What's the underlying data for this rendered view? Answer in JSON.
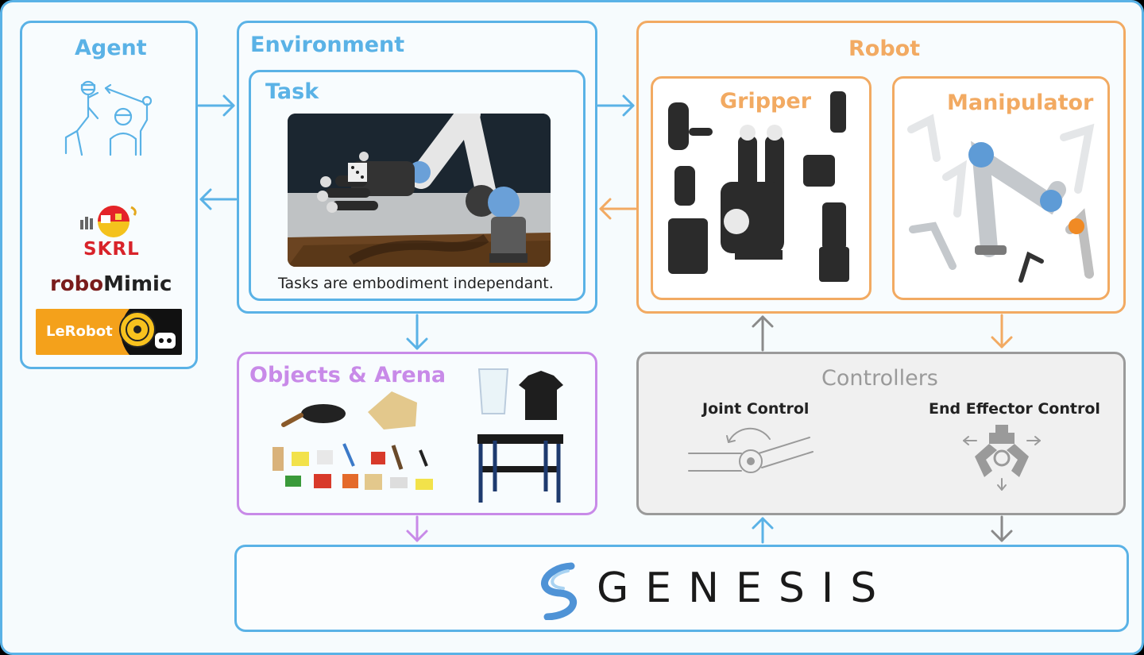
{
  "agent": {
    "title": "Agent",
    "libraries": {
      "skrl": "SKRL",
      "robomimic_a": "robo",
      "robomimic_b": "Mimic",
      "lerobot": "LeRobot"
    }
  },
  "environment": {
    "title": "Environment",
    "task": {
      "title": "Task",
      "caption": "Tasks are embodiment independant."
    }
  },
  "robot": {
    "title": "Robot",
    "gripper": {
      "title": "Gripper"
    },
    "manipulator": {
      "title": "Manipulator"
    }
  },
  "objects": {
    "title": "Objects & Arena"
  },
  "controllers": {
    "title": "Controllers",
    "joint": "Joint Control",
    "end_effector": "End Effector Control"
  },
  "engine": {
    "name": "GENESIS"
  },
  "colors": {
    "blue": "#5ab2e6",
    "orange": "#f2aa62",
    "purple": "#c88ae8",
    "grey": "#9a9a9a"
  }
}
